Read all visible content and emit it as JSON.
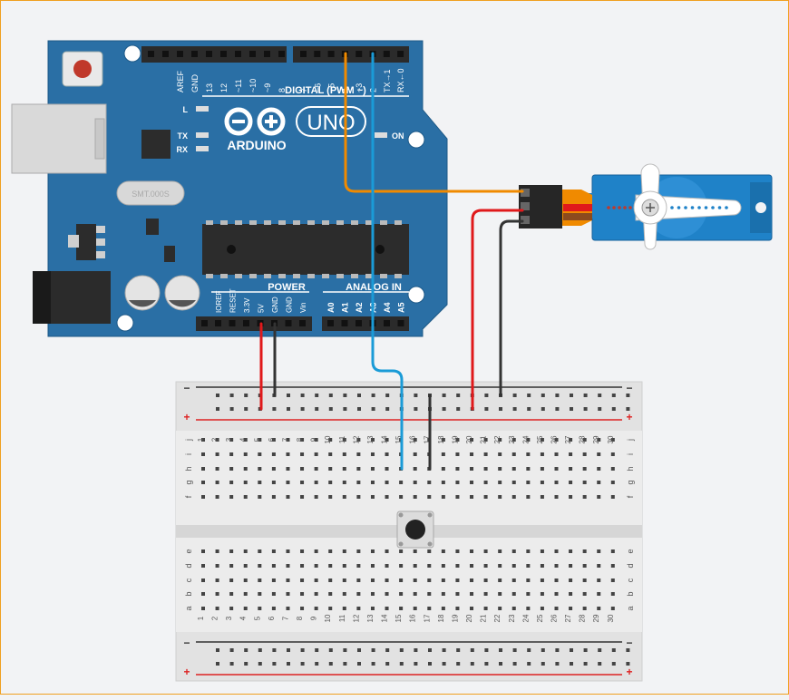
{
  "arduino": {
    "digital_pins": [
      "AREF",
      "GND",
      "13",
      "12",
      "~11",
      "~10",
      "~9",
      "8",
      "7",
      "~6",
      "~5",
      "4",
      "~3",
      "2",
      "TX→1",
      "RX←0"
    ],
    "digital_title": "DIGITAL (PWM ~)",
    "led_l": "L",
    "led_tx": "TX",
    "led_rx": "RX",
    "logo_text": "ARDUINO",
    "uno_text": "UNO",
    "on_label": "ON",
    "crystal_label": "SMT.000S",
    "power_title": "POWER",
    "analog_title": "ANALOG IN",
    "power_pins": [
      "IOREF",
      "RESET",
      "3.3V",
      "5V",
      "GND",
      "GND",
      "Vin"
    ],
    "analog_pins": [
      "A0",
      "A1",
      "A2",
      "A3",
      "A4",
      "A5"
    ]
  },
  "breadboard": {
    "rail_minus": "−",
    "rail_plus": "+",
    "columns": [
      "1",
      "2",
      "3",
      "4",
      "5",
      "6",
      "7",
      "8",
      "9",
      "10",
      "11",
      "12",
      "13",
      "14",
      "15",
      "16",
      "17",
      "18",
      "19",
      "20",
      "21",
      "22",
      "23",
      "24",
      "25",
      "26",
      "27",
      "28",
      "29",
      "30"
    ],
    "rows_top": [
      "j",
      "i",
      "h",
      "g",
      "f"
    ],
    "rows_bottom": [
      "e",
      "d",
      "c",
      "b",
      "a"
    ]
  },
  "colors": {
    "board": "#2a6fa5",
    "wire_orange": "#f08a00",
    "wire_blue": "#1a9bd7",
    "wire_red": "#e0191b",
    "wire_black": "#333333",
    "servo": "#1f82c8"
  }
}
